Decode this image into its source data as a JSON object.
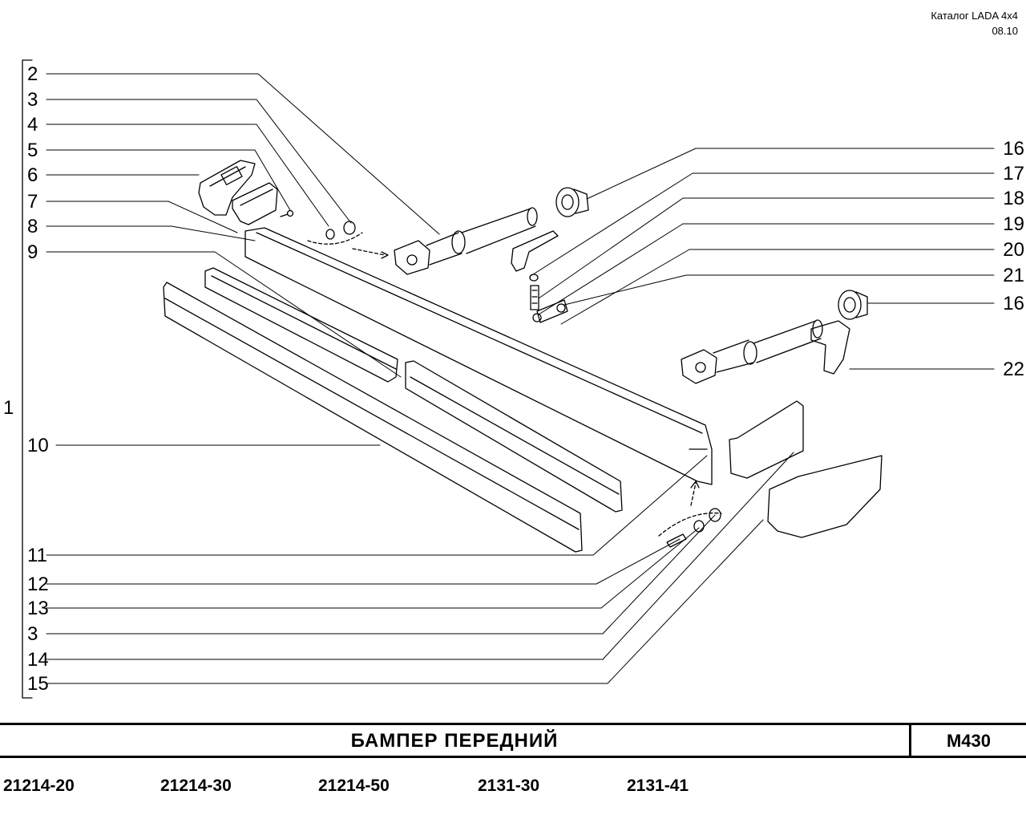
{
  "header": {
    "catalog": "Каталог  LADA  4x4",
    "date": "08.10"
  },
  "assembly_label": "1",
  "left_callouts": [
    "2",
    "3",
    "4",
    "5",
    "6",
    "7",
    "8",
    "9",
    "10",
    "11",
    "12",
    "13",
    "3",
    "14",
    "15"
  ],
  "right_callouts": [
    "16",
    "17",
    "18",
    "19",
    "20",
    "21",
    "16",
    "22"
  ],
  "footer": {
    "title": "БАМПЕР   ПЕРЕДНИЙ",
    "code": "M430",
    "models": [
      "21214-20",
      "21214-30",
      "21214-50",
      "2131-30",
      "2131-41"
    ]
  }
}
